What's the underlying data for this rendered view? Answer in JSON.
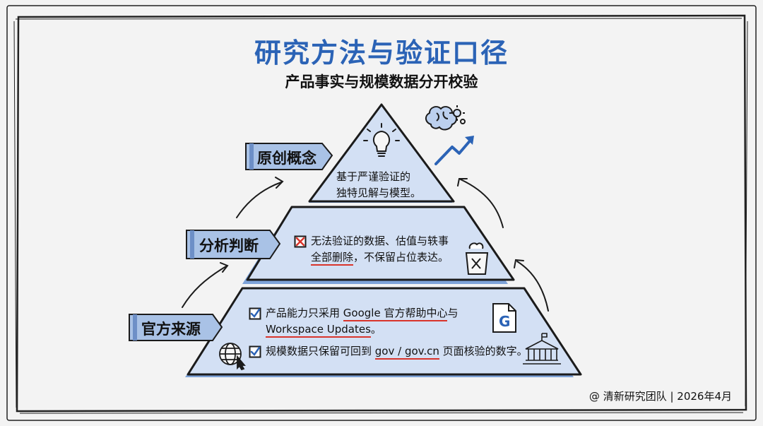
{
  "title": "研究方法与验证口径",
  "subtitle": "产品事实与规模数据分开校验",
  "colors": {
    "title_blue": "#2b63b6",
    "tier_fill": "#d3e0f4",
    "label_fill": "#a9c2e6",
    "highlight_red": "#d9342b",
    "ink": "#1c1c1c"
  },
  "tiers": {
    "top": {
      "label": "原创概念",
      "line1": "基于严谨验证的",
      "line2": "独特见解与模型。",
      "icon": "lightbulb-icon"
    },
    "middle": {
      "label": "分析判断",
      "line1": "无法验证的数据、估值与轶事",
      "line2_hl": "全部删除",
      "line2_rest": "，不保留占位表达。",
      "mark_icon": "cross-checkbox-icon",
      "icon": "trash-can-icon"
    },
    "bottom": {
      "label": "官方来源",
      "item1_pre": "产品能力只采用 ",
      "item1_hl": "Google 官方帮助中心",
      "item1_post": "与",
      "item1_hl2": "Workspace Updates",
      "item1_end": "。",
      "item2_pre": "规模数据只保留可回到 ",
      "item2_hl": "gov / gov.cn",
      "item2_post": " 页面核验的数字。",
      "icons": [
        "google-doc-icon",
        "globe-cursor-icon",
        "government-building-icon"
      ]
    }
  },
  "decor_icons": [
    "brain-gear-icon",
    "rising-arrow-icon"
  ],
  "footer": "@ 清新研究团队 | 2026年4月"
}
